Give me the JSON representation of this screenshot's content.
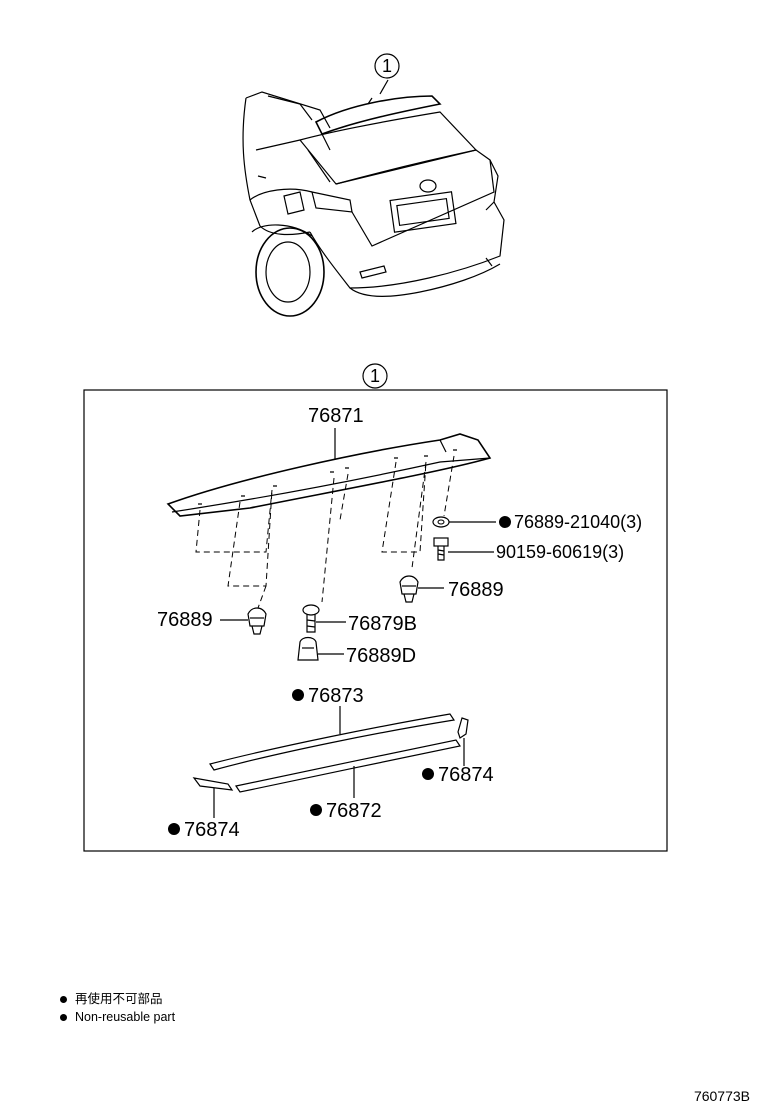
{
  "callout_overview": "1",
  "callout_box": "1",
  "parts": {
    "p76871": "76871",
    "p76889_21040": "76889-21040(3)",
    "p90159_60619": "90159-60619(3)",
    "p76889_right": "76889",
    "p76889_left": "76889",
    "p76879B": "76879B",
    "p76889D": "76889D",
    "p76873": "76873",
    "p76874_right": "76874",
    "p76872": "76872",
    "p76874_left": "76874"
  },
  "legend": {
    "line1": "再使用不可部品",
    "line2": "Non-reusable part"
  },
  "drawing_number": "760773B"
}
